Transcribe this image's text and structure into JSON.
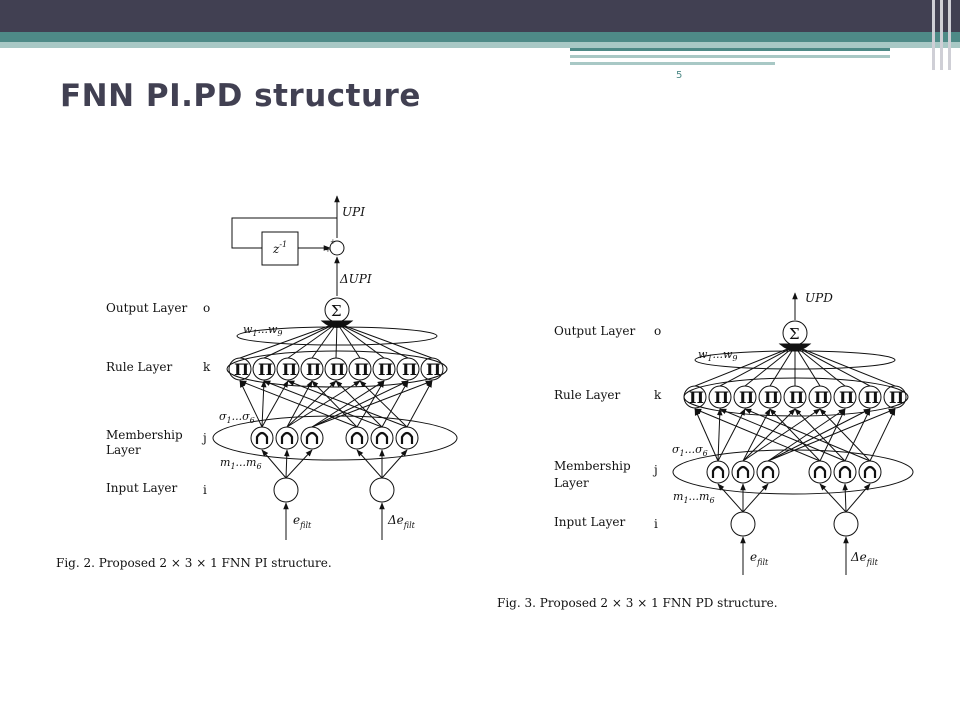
{
  "slide": {
    "title": "FNN PI.PD structure",
    "page_number": "5"
  },
  "colors": {
    "header_dark": "#414052",
    "header_accent": "#4e8a87",
    "header_light": "#a8c8c5"
  },
  "fig_pi": {
    "caption": "Fig. 2.    Proposed 2 × 3 × 1 FNN PI structure.",
    "output_signal": "UPI",
    "delta_signal": "ΔUPI",
    "delay_label": "z",
    "delay_exponent": "-1",
    "sum_plus_top": "+",
    "sum_plus_left": "+",
    "weights_label": "w",
    "weights_sub1": "1",
    "weights_mid": "...w",
    "weights_sub2": "9",
    "sigma_label": "σ",
    "sigma_sub1": "1",
    "sigma_mid": "...σ",
    "sigma_sub2": "6",
    "mean_label": "m",
    "mean_sub1": "1",
    "mean_mid": "...m",
    "mean_sub2": "6",
    "input1": "e",
    "input1_sub": "filt",
    "input2": "Δe",
    "input2_sub": "filt",
    "layers": [
      {
        "name": "Output Layer",
        "index": "o"
      },
      {
        "name": "Rule Layer",
        "index": "k"
      },
      {
        "name": "Membership",
        "name2": "Layer",
        "index": "j"
      },
      {
        "name": "Input Layer",
        "index": "i"
      }
    ]
  },
  "fig_pd": {
    "caption": "Fig. 3.    Proposed 2 × 3 × 1 FNN PD structure.",
    "output_signal": "UPD",
    "weights_label": "w",
    "weights_sub1": "1",
    "weights_mid": "...w",
    "weights_sub2": "9",
    "sigma_label": "σ",
    "sigma_sub1": "1",
    "sigma_mid": "...σ",
    "sigma_sub2": "6",
    "mean_label": "m",
    "mean_sub1": "1",
    "mean_mid": "...m",
    "mean_sub2": "6",
    "input1": "e",
    "input1_sub": "filt",
    "input2": "Δe",
    "input2_sub": "filt",
    "layers": [
      {
        "name": "Output Layer",
        "index": "o"
      },
      {
        "name": "Rule Layer",
        "index": "k"
      },
      {
        "name": "Membership",
        "name2": "Layer",
        "index": "j"
      },
      {
        "name": "Input Layer",
        "index": "i"
      }
    ]
  }
}
